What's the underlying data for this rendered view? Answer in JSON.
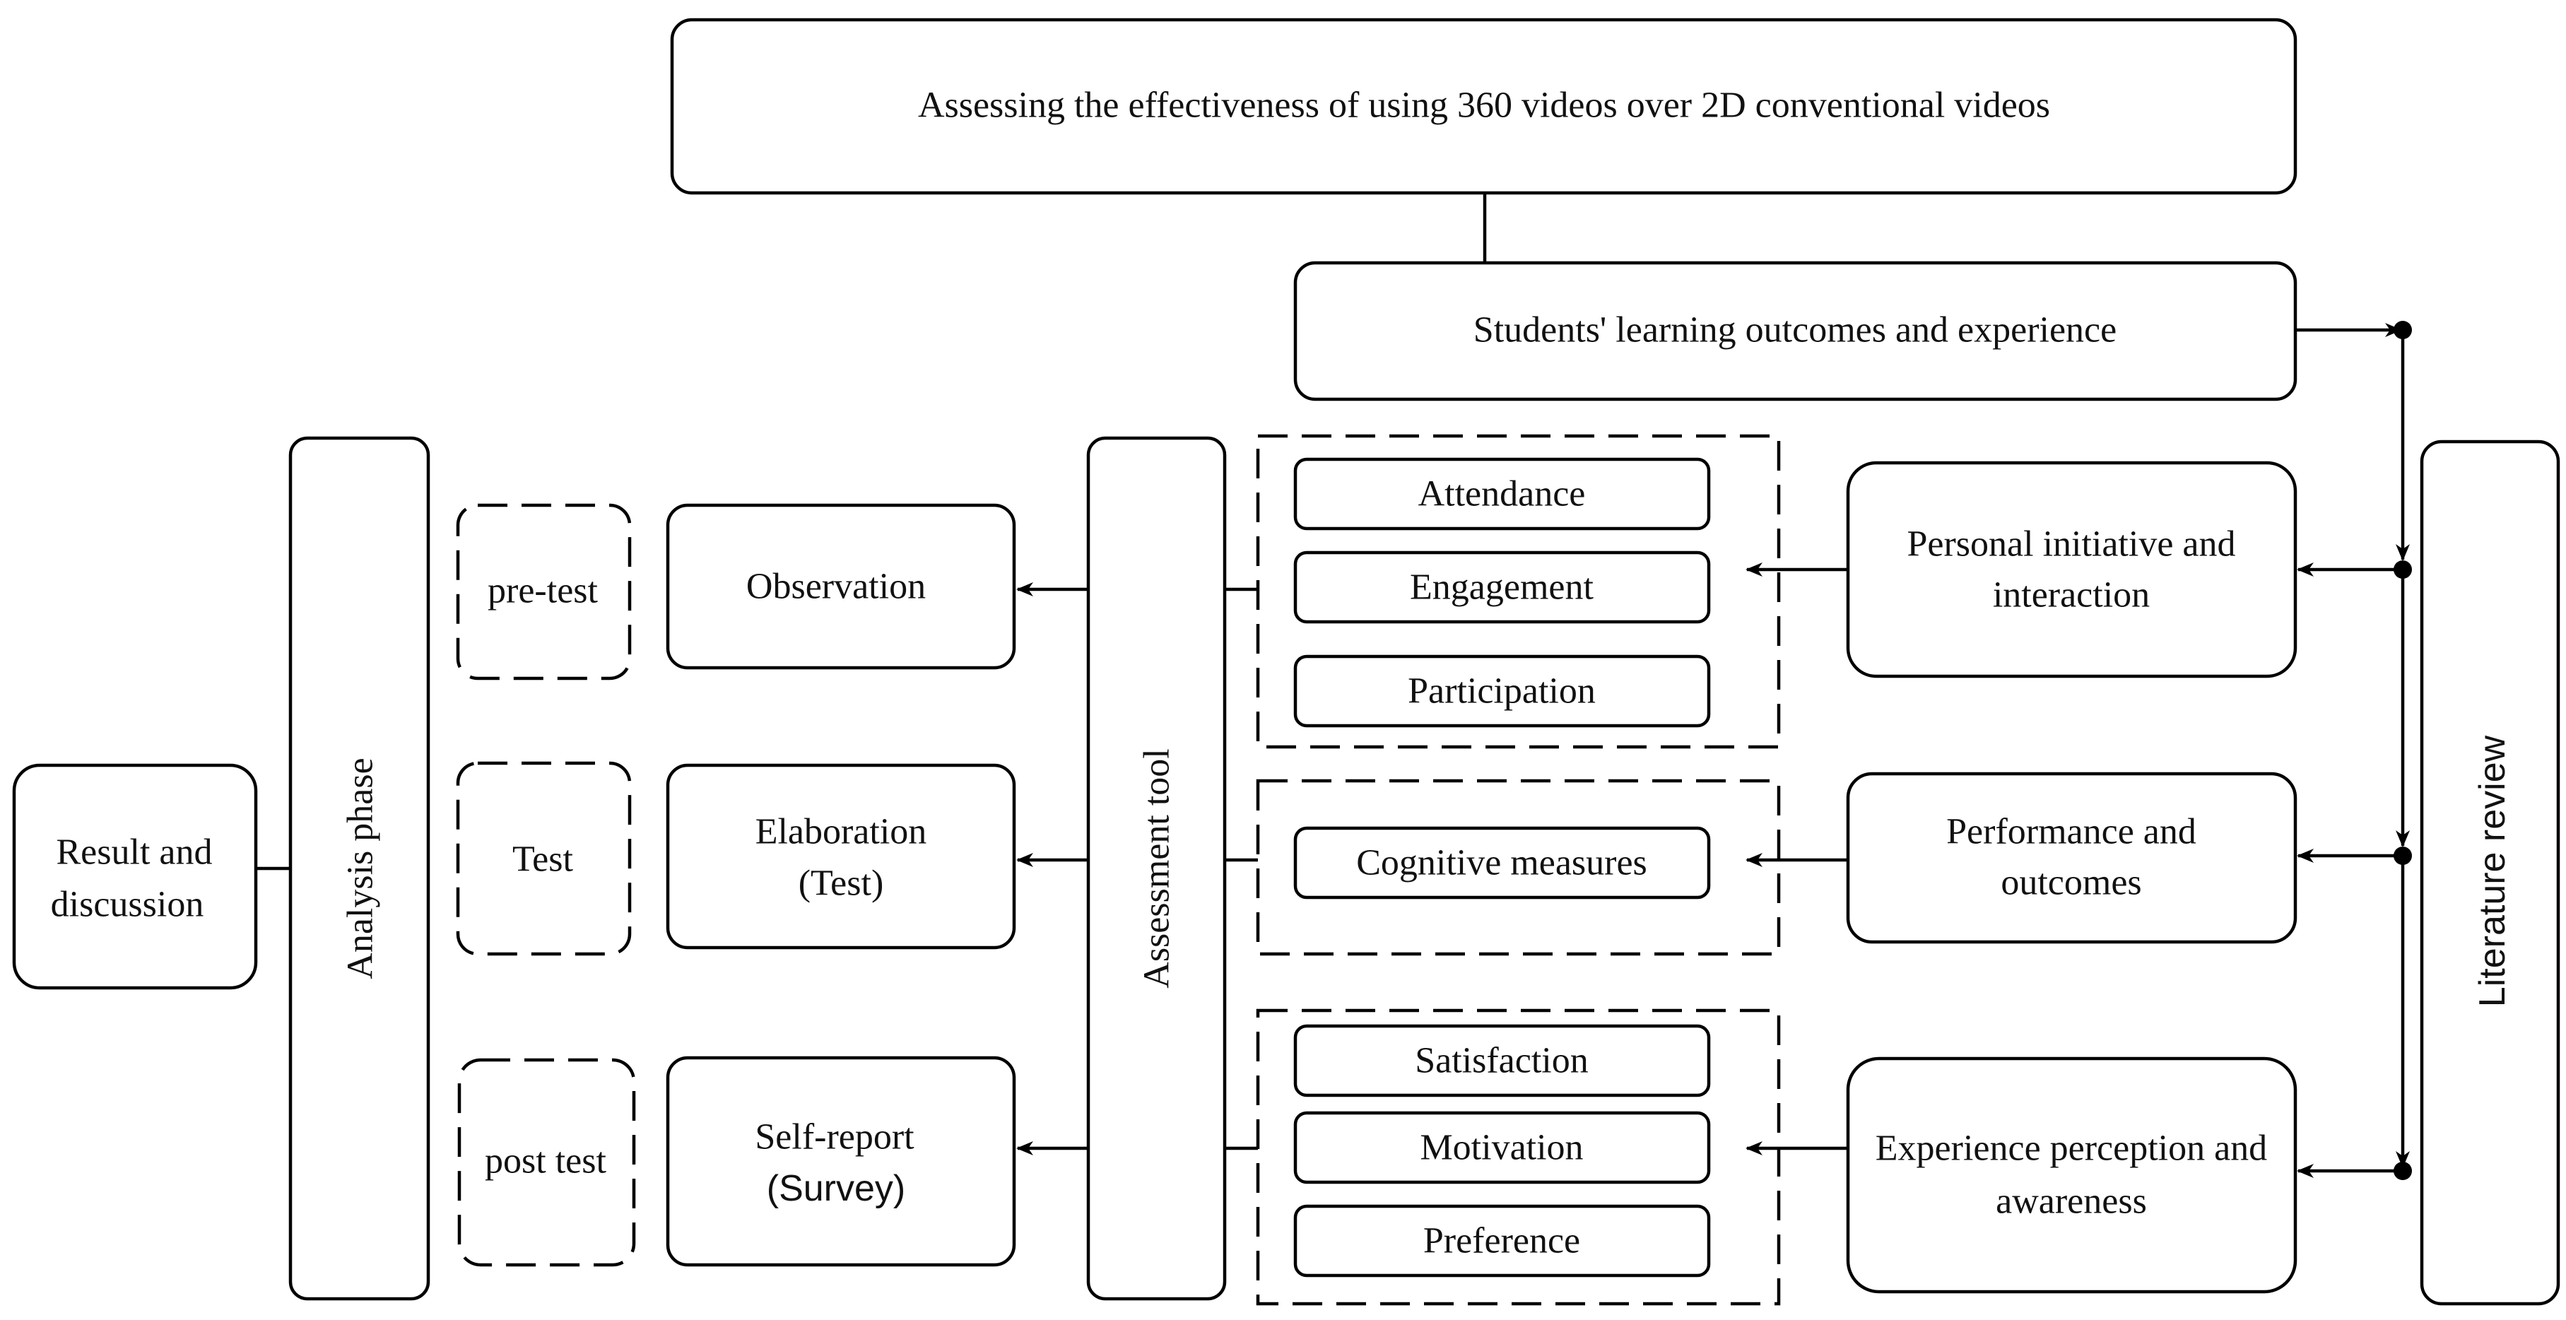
{
  "title": "Assessing the effectiveness of using 360 videos over 2D conventional videos",
  "outcomes": "Students' learning outcomes and experience",
  "literature_review": "Literature review",
  "categories": {
    "personal": [
      "Personal initiative and",
      "interaction"
    ],
    "performance": [
      "Performance and",
      "outcomes"
    ],
    "experience": [
      "Experience perception and",
      "awareness"
    ]
  },
  "measures": {
    "attendance": "Attendance",
    "engagement": "Engagement",
    "participation": "Participation",
    "cognitive": "Cognitive measures",
    "satisfaction": "Satisfaction",
    "motivation": "Motivation",
    "preference": "Preference"
  },
  "assessment_tool": "Assessment tool",
  "methods": {
    "observation": "Observation",
    "elaboration": [
      "Elaboration",
      "(Test)"
    ],
    "self_report": [
      "Self-report",
      "(Survey)"
    ]
  },
  "phases": {
    "pre_test": "pre-test",
    "test": "Test",
    "post_test": "post test"
  },
  "analysis_phase": "Analysis phase",
  "result": [
    "Result and",
    "discussion"
  ]
}
